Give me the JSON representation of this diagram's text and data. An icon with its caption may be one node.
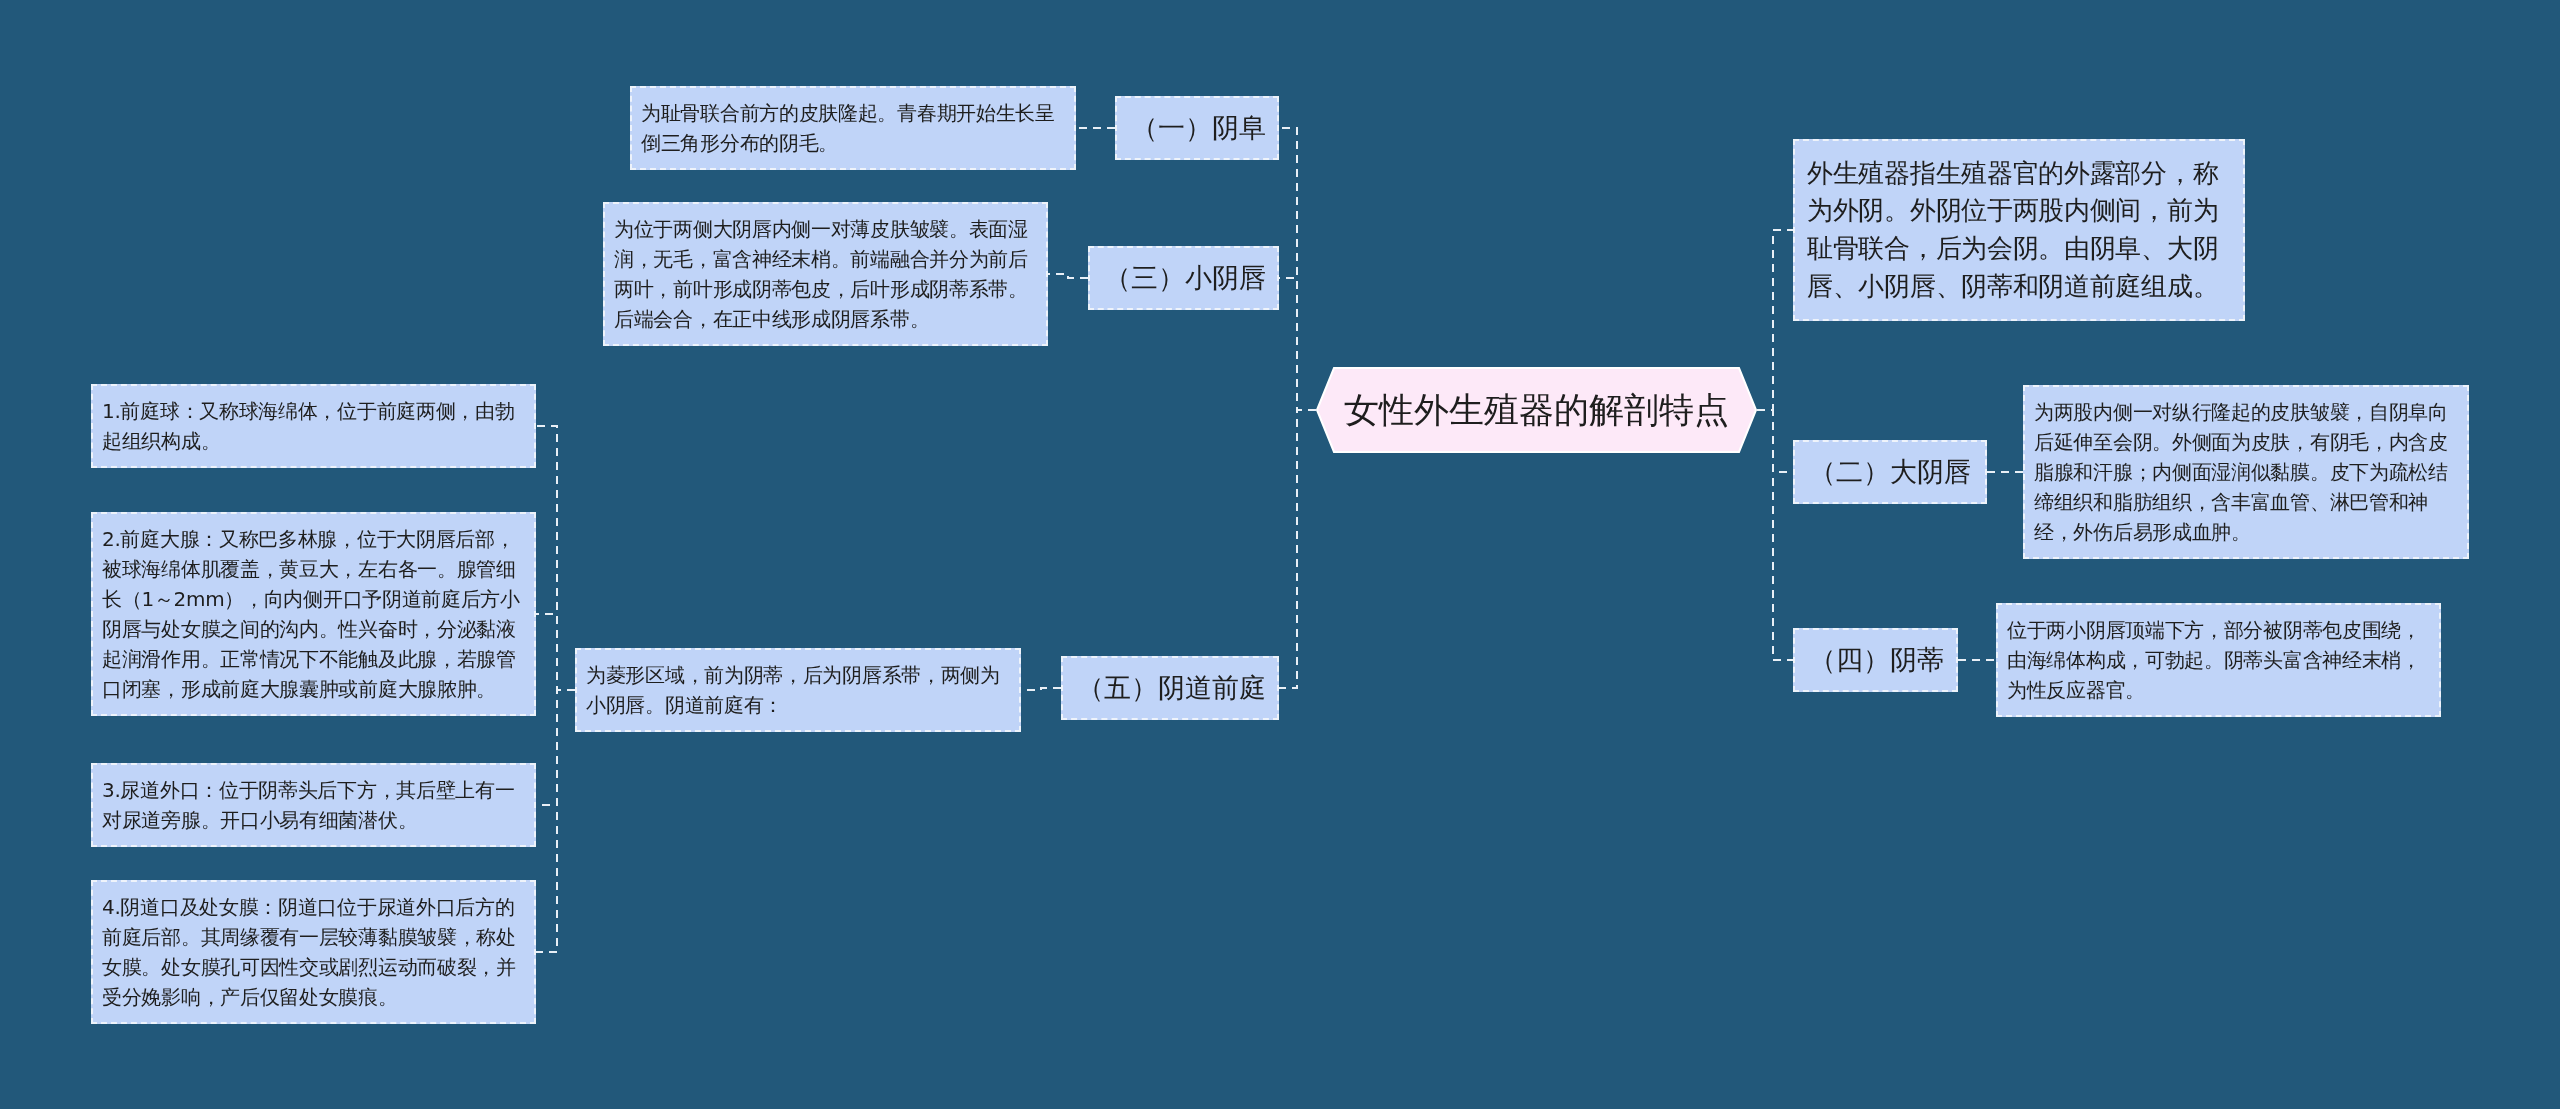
{
  "diagram": {
    "nodes": [
      {
        "text": [
          "女性外生殖器的解剖特点"
        ]
      },
      {
        "text": [
          "（一）阴阜"
        ]
      },
      {
        "text": [
          "为耻骨联合前方的皮肤隆起。青春期开始生长呈倒三角形分布的阴毛。"
        ]
      },
      {
        "text": [
          "（三）小阴唇"
        ]
      },
      {
        "text": [
          "为位于两侧大阴唇内侧一对薄皮肤皱襞。表面湿润，无毛，富含神经末梢。前端融合并分为前后两叶，前叶形成阴蒂包皮，后叶形成阴蒂系带。后端会合，在正中线形成阴唇系带。"
        ]
      },
      {
        "text": [
          "（五）阴道前庭"
        ]
      },
      {
        "text": [
          "为菱形区域，前为阴蒂，后为阴唇系带，两侧为小阴唇。阴道前庭有："
        ]
      },
      {
        "text": [
          "1.前庭球：又称球海绵体，位于前庭两侧，由勃起组织构成。"
        ]
      },
      {
        "text": [
          "2.前庭大腺：又称巴多林腺，位于大阴唇后部，被球海绵体肌覆盖，黄豆大，左右各一。腺管细长（1～2mm），向内侧开口予阴道前庭后方小阴唇与处女膜之间的沟内。性兴奋时，分泌黏液起润滑作用。正常情况下不能触及此腺，若腺管口闭塞，形成前庭大腺囊肿或前庭大腺脓肿。"
        ]
      },
      {
        "text": [
          "3.尿道外口：位于阴蒂头后下方，其后壁上有一对尿道旁腺。开口小易有细菌潜伏。"
        ]
      },
      {
        "text": [
          "4.阴道口及处女膜：阴道口位于尿道外口后方的前庭后部。其周缘覆有一层较薄黏膜皱襞，称处女膜。处女膜孔可因性交或剧烈运动而破裂，并受分娩影响，产后仅留处女膜痕。"
        ]
      },
      {
        "text": [
          "外生殖器指生殖器官的外露部分，称为外阴。外阴位于两股内侧间，前为耻骨联合，后为会阴。由阴阜、大阴唇、小阴唇、阴蒂和阴道前庭组成。"
        ]
      },
      {
        "text": [
          "（二）大阴唇"
        ]
      },
      {
        "text": [
          "为两股内侧一对纵行隆起的皮肤皱襞，自阴阜向后延伸至会阴。外侧面为皮肤，有阴毛，内含皮脂腺和汗腺；内侧面湿润似黏膜。皮下为疏松结缔组织和脂肪组织，含丰富血管、淋巴管和神经，外伤后易形成血肿。"
        ]
      },
      {
        "text": [
          "（四）阴蒂"
        ]
      },
      {
        "text": [
          "位于两小阴唇顶端下方，部分被阴蒂包皮围绕，由海绵体构成，可勃起。阴蒂头富含神经末梢，为性反应器官。"
        ]
      }
    ],
    "edges": [
      {
        "from": 0,
        "to": 1,
        "arrow": "none"
      },
      {
        "from": 0,
        "to": 3,
        "arrow": "none"
      },
      {
        "from": 0,
        "to": 5,
        "arrow": "none"
      },
      {
        "from": 1,
        "to": 2,
        "arrow": "none"
      },
      {
        "from": 3,
        "to": 4,
        "arrow": "none"
      },
      {
        "from": 5,
        "to": 6,
        "arrow": "none"
      },
      {
        "from": 6,
        "to": 7,
        "arrow": "none"
      },
      {
        "from": 6,
        "to": 8,
        "arrow": "none"
      },
      {
        "from": 6,
        "to": 9,
        "arrow": "none"
      },
      {
        "from": 6,
        "to": 10,
        "arrow": "none"
      },
      {
        "from": 0,
        "to": 11,
        "arrow": "none"
      },
      {
        "from": 0,
        "to": 12,
        "arrow": "none"
      },
      {
        "from": 0,
        "to": 14,
        "arrow": "none"
      },
      {
        "from": 12,
        "to": 13,
        "arrow": "none"
      },
      {
        "from": 14,
        "to": 15,
        "arrow": "none"
      }
    ]
  }
}
